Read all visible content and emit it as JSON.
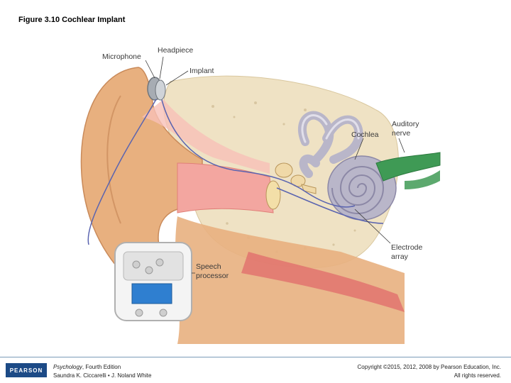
{
  "figure_title": "Figure 3.10 Cochlear Implant",
  "labels": {
    "headpiece": "Headpiece",
    "microphone": "Microphone",
    "implant": "Implant",
    "cochlea": "Cochlea",
    "auditory_nerve_line1": "Auditory",
    "auditory_nerve_line2": "nerve",
    "electrode_array_line1": "Electrode",
    "electrode_array_line2": "array",
    "speech_processor_line1": "Speech",
    "speech_processor_line2": "processor"
  },
  "footer": {
    "logo_text": "PEARSON",
    "book_title": "Psychology",
    "book_edition": ", Fourth Edition",
    "authors": "Saundra K. Ciccarelli • J. Noland White",
    "copyright": "Copyright ©2015, 2012, 2008 by Pearson Education, Inc.",
    "rights": "All rights reserved."
  },
  "colors": {
    "skin": "#e8b07f",
    "canal_pink": "#f3a6a0",
    "bone": "#efe2c4",
    "cochlea": "#b9b6c9",
    "nerve": "#3f9a55",
    "wire": "#5a64b0",
    "processor_screen": "#2f7fd0",
    "footer_line": "#7a9bb8",
    "logo_blue": "#1c4a86"
  }
}
